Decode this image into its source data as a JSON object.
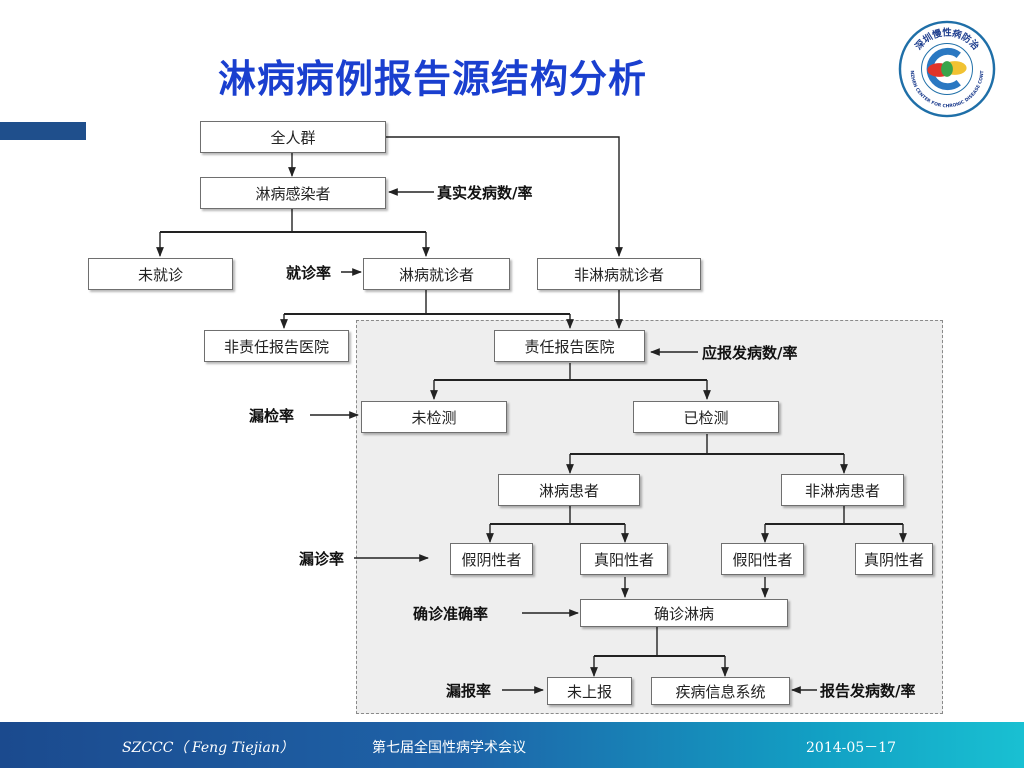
{
  "slide": {
    "title": "淋病病例报告源结构分析"
  },
  "logo": {
    "text": "深圳慢性病防治",
    "subtext": "SHENZHEN CENTER FOR CHRONIC DISEASE CONTROL"
  },
  "nodes": {
    "all_population": "全人群",
    "infected": "淋病感染者",
    "not_visited": "未就诊",
    "gonorrhea_patients_visit": "淋病就诊者",
    "non_gonorrhea_visit": "非淋病就诊者",
    "non_responsible_hospital": "非责任报告医院",
    "responsible_hospital": "责任报告医院",
    "not_tested": "未检测",
    "tested": "已检测",
    "gonorrhea_cases": "淋病患者",
    "non_gonorrhea_cases": "非淋病患者",
    "false_negative": "假阴性者",
    "true_positive": "真阳性者",
    "false_positive": "假阳性者",
    "true_negative": "真阴性者",
    "confirmed": "确诊淋病",
    "not_reported": "未上报",
    "info_system": "疾病信息系统"
  },
  "labels": {
    "true_incidence": "真实发病数/率",
    "visit_rate": "就诊率",
    "should_report": "应报发病数/率",
    "missed_test_rate": "漏检率",
    "missed_diagnosis_rate": "漏诊率",
    "diagnosis_accuracy": "确诊准确率",
    "missed_report_rate": "漏报率",
    "reported_incidence": "报告发病数/率"
  },
  "footer": {
    "left": "SZCCC（ Feng Tiejian）",
    "center": "第七届全国性病学术会议",
    "right": "2014-05－17"
  },
  "colors": {
    "title": "#1a3fcf",
    "accent": "#1f4f8c",
    "footer_start": "#1b4a8e",
    "footer_end": "#19c0d2"
  }
}
